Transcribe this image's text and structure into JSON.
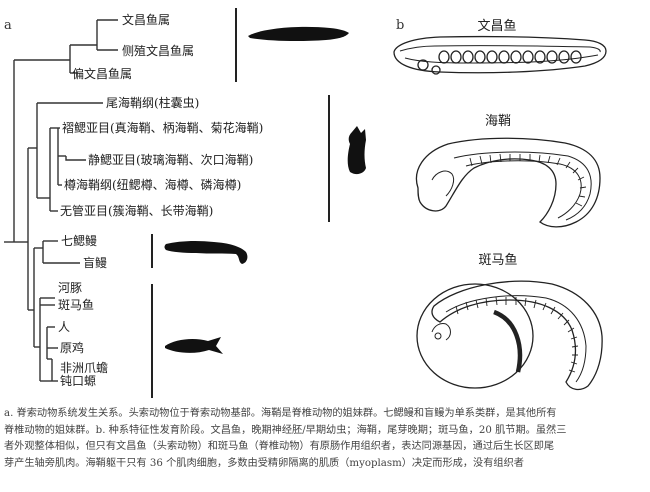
{
  "panel_a": {
    "label": "a",
    "taxa": [
      "文昌鱼属",
      "侧殖文昌鱼属",
      "偏文昌鱼属",
      "尾海鞘纲(柱囊虫)",
      "褶鳃亚目(真海鞘、柄海鞘、菊花海鞘)",
      "静鳃亚目(玻璃海鞘、次口海鞘)",
      "樽海鞘纲(纽鳃樽、海樽、磷海樽)",
      "无管亚目(簇海鞘、长带海鞘)",
      "七鳃鳗",
      "盲鳗",
      "河豚",
      "斑马鱼",
      "人",
      "原鸡",
      "非洲爪蟾",
      "钝口螈"
    ]
  },
  "panel_b": {
    "label": "b",
    "titles": [
      "文昌鱼",
      "海鞘",
      "斑马鱼"
    ]
  },
  "caption": {
    "lines": [
      "a. 脊索动物系统发生关系。头索动物位于脊索动物基部。海鞘是脊椎动物的姐妹群。七鳃鳗和盲鳗为单系类群，是其他所有",
      "脊椎动物的姐妹群。b. 种系特征性发育阶段。文昌鱼，晚期神经胚/早期幼虫；海鞘，尾芽晚期；斑马鱼，20 肌节期。虽然三",
      "者外观整体相似，但只有文昌鱼（头索动物）和斑马鱼（脊椎动物）有原肠作用组织者，表达同源基因，通过后生长区即尾",
      "芽产生轴旁肌肉。海鞘躯干只有 36 个肌肉细胞，多数由受精卵隔离的肌质（myoplasm）决定而形成，没有组织者"
    ]
  }
}
